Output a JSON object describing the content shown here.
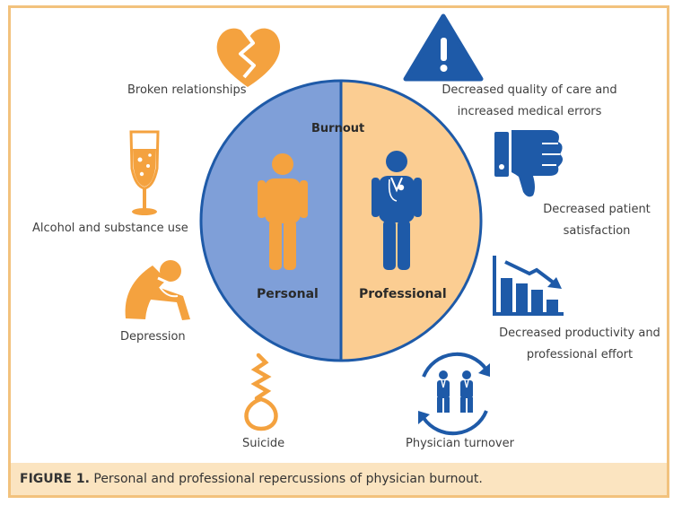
{
  "center": {
    "title": "Burnout",
    "left_label": "Personal",
    "right_label": "Professional"
  },
  "personal": {
    "broken_relationships": "Broken relationships",
    "alcohol": "Alcohol and substance use",
    "depression": "Depression",
    "suicide": "Suicide"
  },
  "professional": {
    "quality_line1": "Decreased quality of care and",
    "quality_line2": "increased medical errors",
    "satisfaction_line1": "Decreased patient",
    "satisfaction_line2": "satisfaction",
    "productivity_line1": "Decreased productivity and",
    "productivity_line2": "professional effort",
    "turnover": "Physician turnover"
  },
  "caption": {
    "label": "FIGURE 1.",
    "text": " Personal and professional repercussions of physician burnout."
  },
  "colors": {
    "orange": "#f4a23f",
    "blue": "#1e5aa8",
    "circle_left": "#7f9fd8",
    "circle_right": "#fbcd92",
    "border": "#f2c27d",
    "caption_bg": "#fbe4c0"
  },
  "icons": [
    "broken-heart-icon",
    "champagne-glass-icon",
    "depressed-person-icon",
    "noose-icon",
    "warning-icon",
    "thumbs-down-icon",
    "declining-bar-chart-icon",
    "physician-turnover-icon"
  ]
}
